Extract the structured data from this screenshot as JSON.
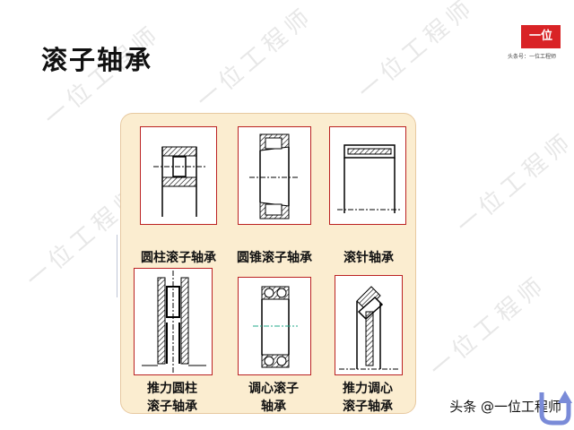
{
  "page": {
    "title": "滚子轴承"
  },
  "logo": {
    "mark": "一位",
    "subtitle": "头条号：一位工程师"
  },
  "watermark": "一位工程师",
  "cards": [
    {
      "label": "圆柱滚子轴承",
      "icon": "cylindrical-roller-bearing-icon"
    },
    {
      "label": "圆锥滚子轴承",
      "icon": "tapered-roller-bearing-icon"
    },
    {
      "label": "滚针轴承",
      "icon": "needle-roller-bearing-icon"
    },
    {
      "label": "推力圆柱滚子轴承",
      "line1": "推力圆柱",
      "line2": "滚子轴承",
      "icon": "thrust-cylindrical-roller-bearing-icon"
    },
    {
      "label": "调心滚子轴承",
      "line1": "调心滚子",
      "line2": "轴承",
      "icon": "spherical-roller-bearing-icon"
    },
    {
      "label": "推力调心滚子轴承",
      "line1": "推力调心",
      "line2": "滚子轴承",
      "icon": "thrust-spherical-roller-bearing-icon"
    }
  ],
  "footer": {
    "brand": "头条 @一位工程师"
  },
  "colors": {
    "panel": "#fbedd0",
    "card_border": "#bb2222",
    "logo": "#d92326"
  }
}
